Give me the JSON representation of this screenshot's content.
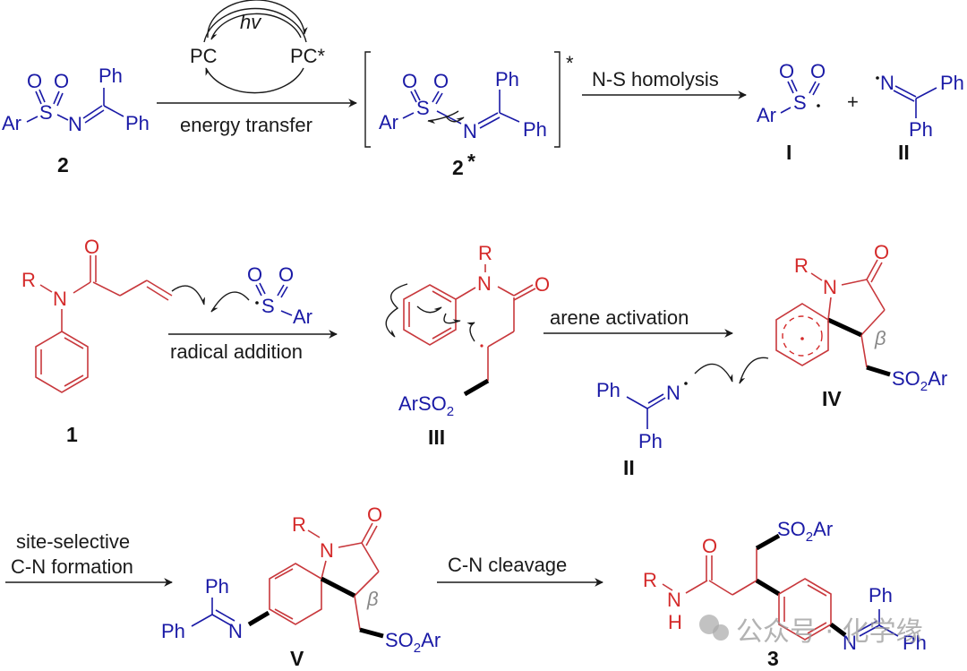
{
  "colors": {
    "reagent_blue": "#1a1aa6",
    "substrate_red": "#d42a2a",
    "text_black": "#1a1a1a",
    "beta_gray": "#888888"
  },
  "step1": {
    "reagent_label": "2",
    "reagent": {
      "o1": "O",
      "o2": "O",
      "s": "S",
      "ar": "Ar",
      "n": "N",
      "ph1": "Ph",
      "ph2": "Ph"
    },
    "cycle": {
      "hv": "hv",
      "pc": "PC",
      "pc_star": "PC*"
    },
    "arrow_label": "energy transfer",
    "excited_label": "2",
    "excited_star": "*",
    "bracket_star": "*",
    "excited": {
      "o1": "O",
      "o2": "O",
      "s": "S",
      "ar": "Ar",
      "n": "N",
      "ph1": "Ph",
      "ph2": "Ph"
    },
    "arrow2_label": "N-S homolysis",
    "plus": "+",
    "radical_I": {
      "o1": "O",
      "o2": "O",
      "s": "S",
      "ar": "Ar",
      "label": "I"
    },
    "radical_II": {
      "n": "N",
      "ph1": "Ph",
      "ph2": "Ph",
      "label": "II"
    }
  },
  "step2": {
    "substrate_label": "1",
    "substrate": {
      "r": "R",
      "n": "N",
      "o": "O"
    },
    "sulfonyl": {
      "o1": "O",
      "o2": "O",
      "s": "S",
      "ar": "Ar"
    },
    "arrow_label": "radical addition",
    "intermediate_III": {
      "r": "R",
      "n": "N",
      "o": "O",
      "arso2": "ArSO",
      "sub2": "2",
      "label": "III"
    },
    "arrow2_label": "arene activation",
    "intermediate_IV": {
      "r": "R",
      "n": "N",
      "o": "O",
      "beta": "β",
      "so2ar_a": "SO",
      "sub2": "2",
      "so2ar_b": "Ar",
      "label": "IV"
    },
    "radical_II": {
      "ph1": "Ph",
      "n": "N",
      "ph2": "Ph",
      "label": "II"
    }
  },
  "step3": {
    "arrow_label_line1": "site-selective",
    "arrow_label_line2": "C-N formation",
    "intermediate_V": {
      "ph1": "Ph",
      "ph2": "Ph",
      "n_imine": "N",
      "r": "R",
      "n": "N",
      "o": "O",
      "beta": "β",
      "so2ar_a": "SO",
      "sub2": "2",
      "so2ar_b": "Ar",
      "label": "V"
    },
    "arrow2_label": "C-N cleavage",
    "product_3": {
      "r": "R",
      "n": "N",
      "h": "H",
      "o": "O",
      "so2ar_a": "SO",
      "sub2": "2",
      "so2ar_b": "Ar",
      "n_imine": "N",
      "ph1": "Ph",
      "ph2": "Ph",
      "label": "3"
    }
  },
  "watermark": {
    "text": "公众号 · 化学缘"
  }
}
